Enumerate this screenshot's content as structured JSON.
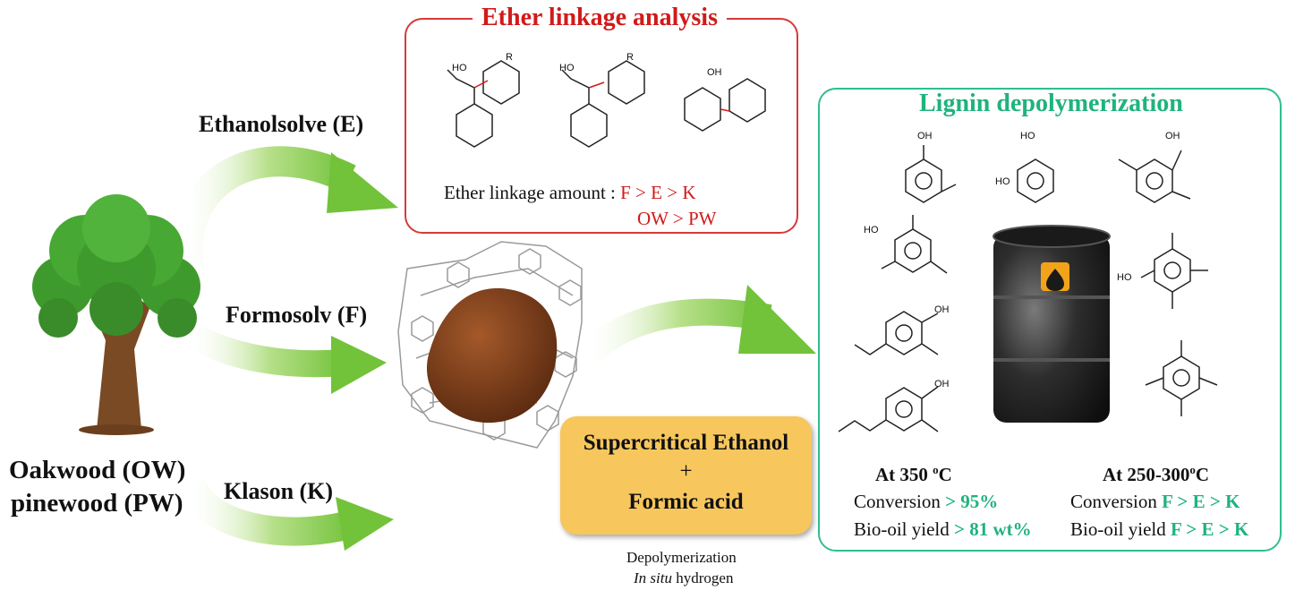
{
  "ether_box": {
    "title": "Ether linkage analysis",
    "amount_label": "Ether linkage  amount :",
    "order_1": "F > E > K",
    "order_2": "OW > PW"
  },
  "routes": {
    "ethanolsolve": "Ethanolsolve (E)",
    "formosolv": "Formosolv (F)",
    "klason": "Klason (K)"
  },
  "wood": {
    "line1": "Oakwood (OW)",
    "line2": "pinewood (PW)"
  },
  "process": {
    "line1": "Supercritical Ethanol",
    "plus": "+",
    "line2": "Formic acid",
    "note1": "Depolymerization",
    "note2_italic": "In situ",
    "note2_rest": " hydrogen"
  },
  "lignin_box": {
    "title": "Lignin depolymerization",
    "left": {
      "temp_prefix": "At 350 ",
      "temp_sup": "o",
      "temp_suffix": "C",
      "conv_label": "Conversion ",
      "conv_value": "> 95%",
      "yield_label": "Bio-oil yield ",
      "yield_value": "> 81 wt%"
    },
    "right": {
      "temp_prefix": "At 250-300",
      "temp_sup": "o",
      "temp_suffix": "C",
      "conv_label": "Conversion ",
      "conv_value": "F > E > K",
      "yield_label": "Bio-oil yield ",
      "yield_value": "F > E > K"
    }
  },
  "structure_labels": {
    "oh": "OH",
    "ho": "HO",
    "r": "R"
  },
  "colors": {
    "ether_accent": "#d11a1a",
    "lignin_accent": "#1fb37e",
    "arrow_green": "#8fd04c",
    "process_box": "#f7c75d",
    "barrel": "#2b2b2b",
    "tree_green": "#3f9a2e",
    "trunk": "#7a4a24",
    "lignin_powder": "#7b3f1d"
  }
}
